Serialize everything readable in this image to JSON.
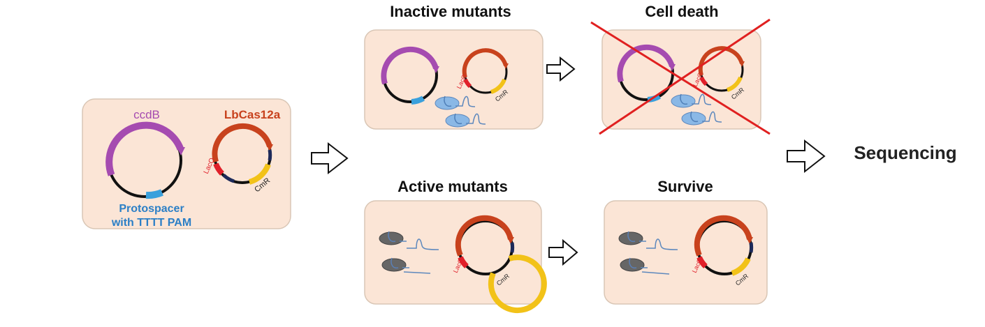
{
  "initial": {
    "plasmid1_label": "ccdB",
    "plasmid2_label": "LbCas12a",
    "protospacer_line1": "Protospacer",
    "protospacer_line2": "with TTTT PAM",
    "laco": "LacO",
    "cmr": "CmR"
  },
  "inactive": {
    "title": "Inactive mutants",
    "laco": "LacO",
    "cmr": "CmR"
  },
  "death": {
    "title": "Cell death",
    "laco": "LacO",
    "cmr": "CmR"
  },
  "active": {
    "title": "Active mutants",
    "laco": "LacO",
    "cmr": "CmR"
  },
  "survive": {
    "title": "Survive",
    "laco": "LacO",
    "cmr": "CmR"
  },
  "sequencing": "Sequencing",
  "colors": {
    "box_fill": "#fbe5d6",
    "box_stroke": "#d9c6b5",
    "ccdb": "#a54bb0",
    "cas": "#c8421d",
    "cmr": "#f2c218",
    "laco": "#e0202a",
    "backbone": "#111111",
    "navy": "#1d2a5a",
    "protospacer": "#3aa0dc",
    "protein_blue": "#8ab8e6",
    "protein_gray": "#666666",
    "cross": "#e02020",
    "label_blue": "#2b7fc6"
  }
}
